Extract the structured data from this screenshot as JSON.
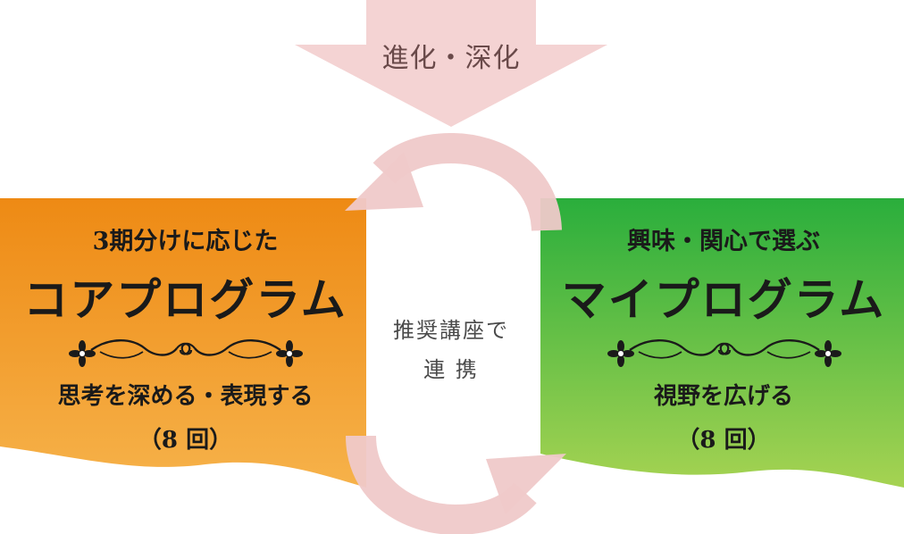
{
  "top_arrow": {
    "label": "進化・深化",
    "color": "#f4d3d3"
  },
  "cycle_arrows": {
    "color": "#efc9c9",
    "center_label_line1": "推奨講座で",
    "center_label_line2": "連 携"
  },
  "left_box": {
    "subtitle": "3期分けに応じた",
    "title": "コアプログラム",
    "ornament": "flourish-ornament",
    "description": "思考を深める・表現する",
    "count": "（8 回）",
    "gradient_top": "#ee8a14",
    "gradient_bottom": "#f6b24a"
  },
  "right_box": {
    "subtitle": "興味・関心で選ぶ",
    "title": "マイプログラム",
    "ornament": "flourish-ornament",
    "description": "視野を広げる",
    "count": "（8 回）",
    "gradient_top": "#2aae3c",
    "gradient_bottom": "#a6d352"
  }
}
